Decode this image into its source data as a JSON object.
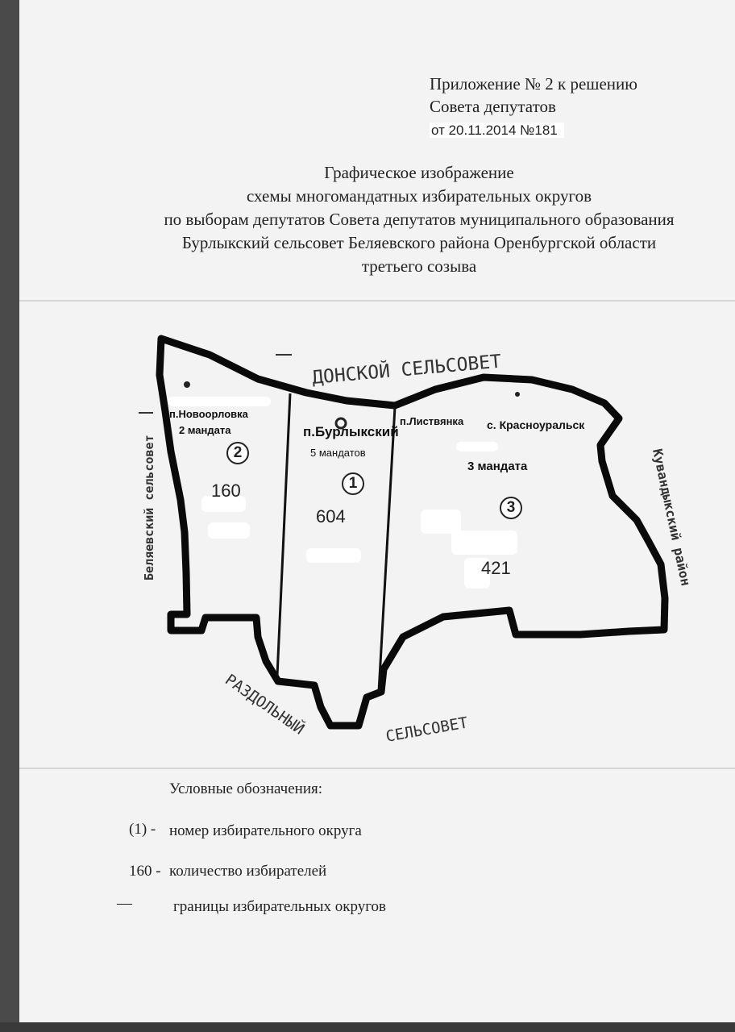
{
  "appendix": {
    "line1": "Приложение № 2 к решению",
    "line2": "Совета депутатов",
    "date": "от 20.11.2014 №181"
  },
  "title": {
    "line1": "Графическое изображение",
    "line2": "схемы многомандатных избирательных округов",
    "line3": "по выборам депутатов Совета депутатов муниципального образования",
    "line4": "Бурлыкский сельсовет Беляевского района Оренбургской области",
    "line5": "третьего созыва"
  },
  "neighbors": {
    "north": "ДОНСКОЙ СЕЛЬСОВЕТ",
    "west": "Беляевский сельсовет",
    "east": "Кувандыкский район",
    "south1": "РАЗДОЛЬНЫЙ",
    "south2": "СЕЛЬСОВЕТ"
  },
  "districts": [
    {
      "number": "1",
      "settlement": "п.Бурлыкский",
      "mandates": "5 мандатов",
      "voters": "604"
    },
    {
      "number": "2",
      "settlement": "п.Новоорловка",
      "mandates": "2 мандата",
      "voters": "160"
    },
    {
      "number": "3",
      "settlement": "с. Красноуральск",
      "settlement2": "п.Листвянка",
      "mandates": "3 мандата",
      "voters": "421"
    }
  ],
  "legend": {
    "heading": "Условные обозначения:",
    "items": [
      {
        "symbol": "(1) -",
        "text": "номер избирательного округа"
      },
      {
        "symbol": "160 -",
        "text": "количество избирателей"
      },
      {
        "symbol": "—",
        "text": "границы избирательных округов"
      }
    ]
  }
}
